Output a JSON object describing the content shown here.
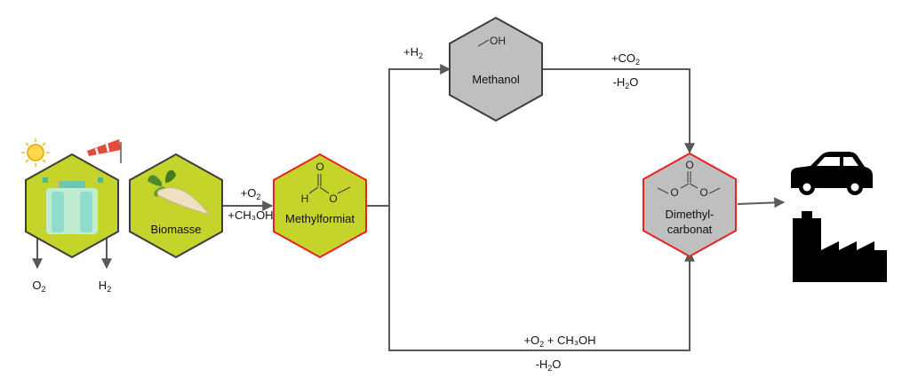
{
  "colors": {
    "green_fill": "#c5d42a",
    "hex_stroke": "#3d3d3d",
    "highlight_stroke": "#e8231f",
    "gray_fill": "#bfbfbf",
    "arrow": "#595959",
    "icon_black": "#000000",
    "windsock": "#e34b3a"
  },
  "nodes": {
    "electrolysis": {
      "outputs": [
        {
          "base": "O",
          "sub": "2"
        },
        {
          "base": "H",
          "sub": "2"
        }
      ]
    },
    "biomass": {
      "label": "Biomasse"
    },
    "methyl_formate": {
      "label": "Methylformiat",
      "atoms": {
        "O1": "O",
        "O2": "O",
        "H": "H"
      }
    },
    "methanol": {
      "label": "Methanol",
      "atoms": {
        "OH": "OH"
      }
    },
    "dmc": {
      "label_line1": "Dimethyl-",
      "label_line2": "carbonat",
      "atoms": {
        "O1": "O",
        "O2": "O",
        "O3": "O"
      }
    }
  },
  "reactions": {
    "to_methyl_formate": {
      "line1": {
        "pre": "+O",
        "sub": "2"
      },
      "line2": "+CH₃OH"
    },
    "to_methanol": {
      "pre": "+H",
      "sub": "2"
    },
    "methanol_to_dmc": {
      "line1": {
        "pre": "+CO",
        "sub": "2"
      },
      "line2": {
        "pre": "-H",
        "sub": "2",
        "post": "O"
      }
    },
    "direct_to_dmc": {
      "line1": {
        "pre": "+O",
        "sub": "2",
        "post": " + CH₃OH"
      },
      "line2": {
        "pre": "-H",
        "sub": "2",
        "post": "O"
      }
    }
  },
  "icons": [
    "sun-icon",
    "windsock-icon",
    "electrolyzer-icon",
    "sugar-beet-icon",
    "car-icon",
    "factory-icon"
  ]
}
